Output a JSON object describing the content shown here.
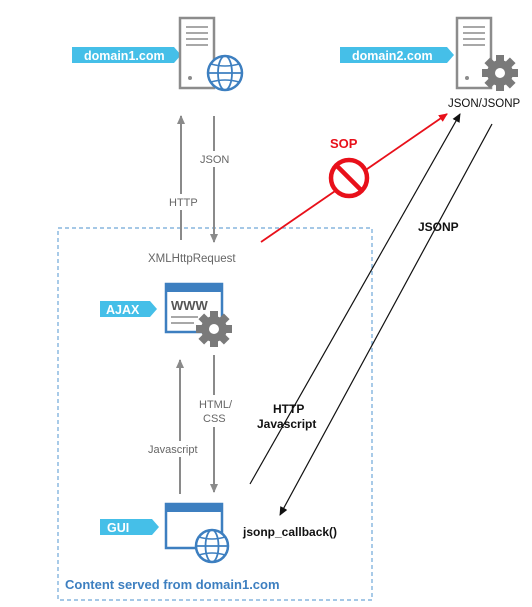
{
  "colors": {
    "tag_bg": "#45bfe8",
    "tag_text": "#ffffff",
    "gray_arrow": "#8a8a8a",
    "black_arrow": "#111111",
    "sop_red": "#e8101a",
    "region_border": "#6fa8d8",
    "region_text": "#3d7fc0",
    "window_header": "#3d7fc0",
    "icon_gray": "#8c8c8c"
  },
  "icons": [
    "server-icon",
    "globe-icon",
    "gear-icon",
    "browser-window-icon",
    "no-entry-icon"
  ],
  "nodes": {
    "domain1": {
      "tag": "domain1.com"
    },
    "domain2": {
      "tag": "domain2.com",
      "caption": "JSON/JSONP"
    },
    "ajax": {
      "tag": "AJAX",
      "window_text": "WWW"
    },
    "gui": {
      "tag": "GUI",
      "caption": "jsonp_callback()"
    }
  },
  "edges": {
    "http": "HTTP",
    "json": "JSON",
    "xhr": "XMLHttpRequest",
    "sop": "SOP",
    "jsonp": "JSONP",
    "html_css": [
      "HTML/",
      "CSS"
    ],
    "javascript": "Javascript",
    "http_javascript": [
      "HTTP",
      "Javascript"
    ]
  },
  "region": {
    "label": "Content served from domain1.com"
  }
}
